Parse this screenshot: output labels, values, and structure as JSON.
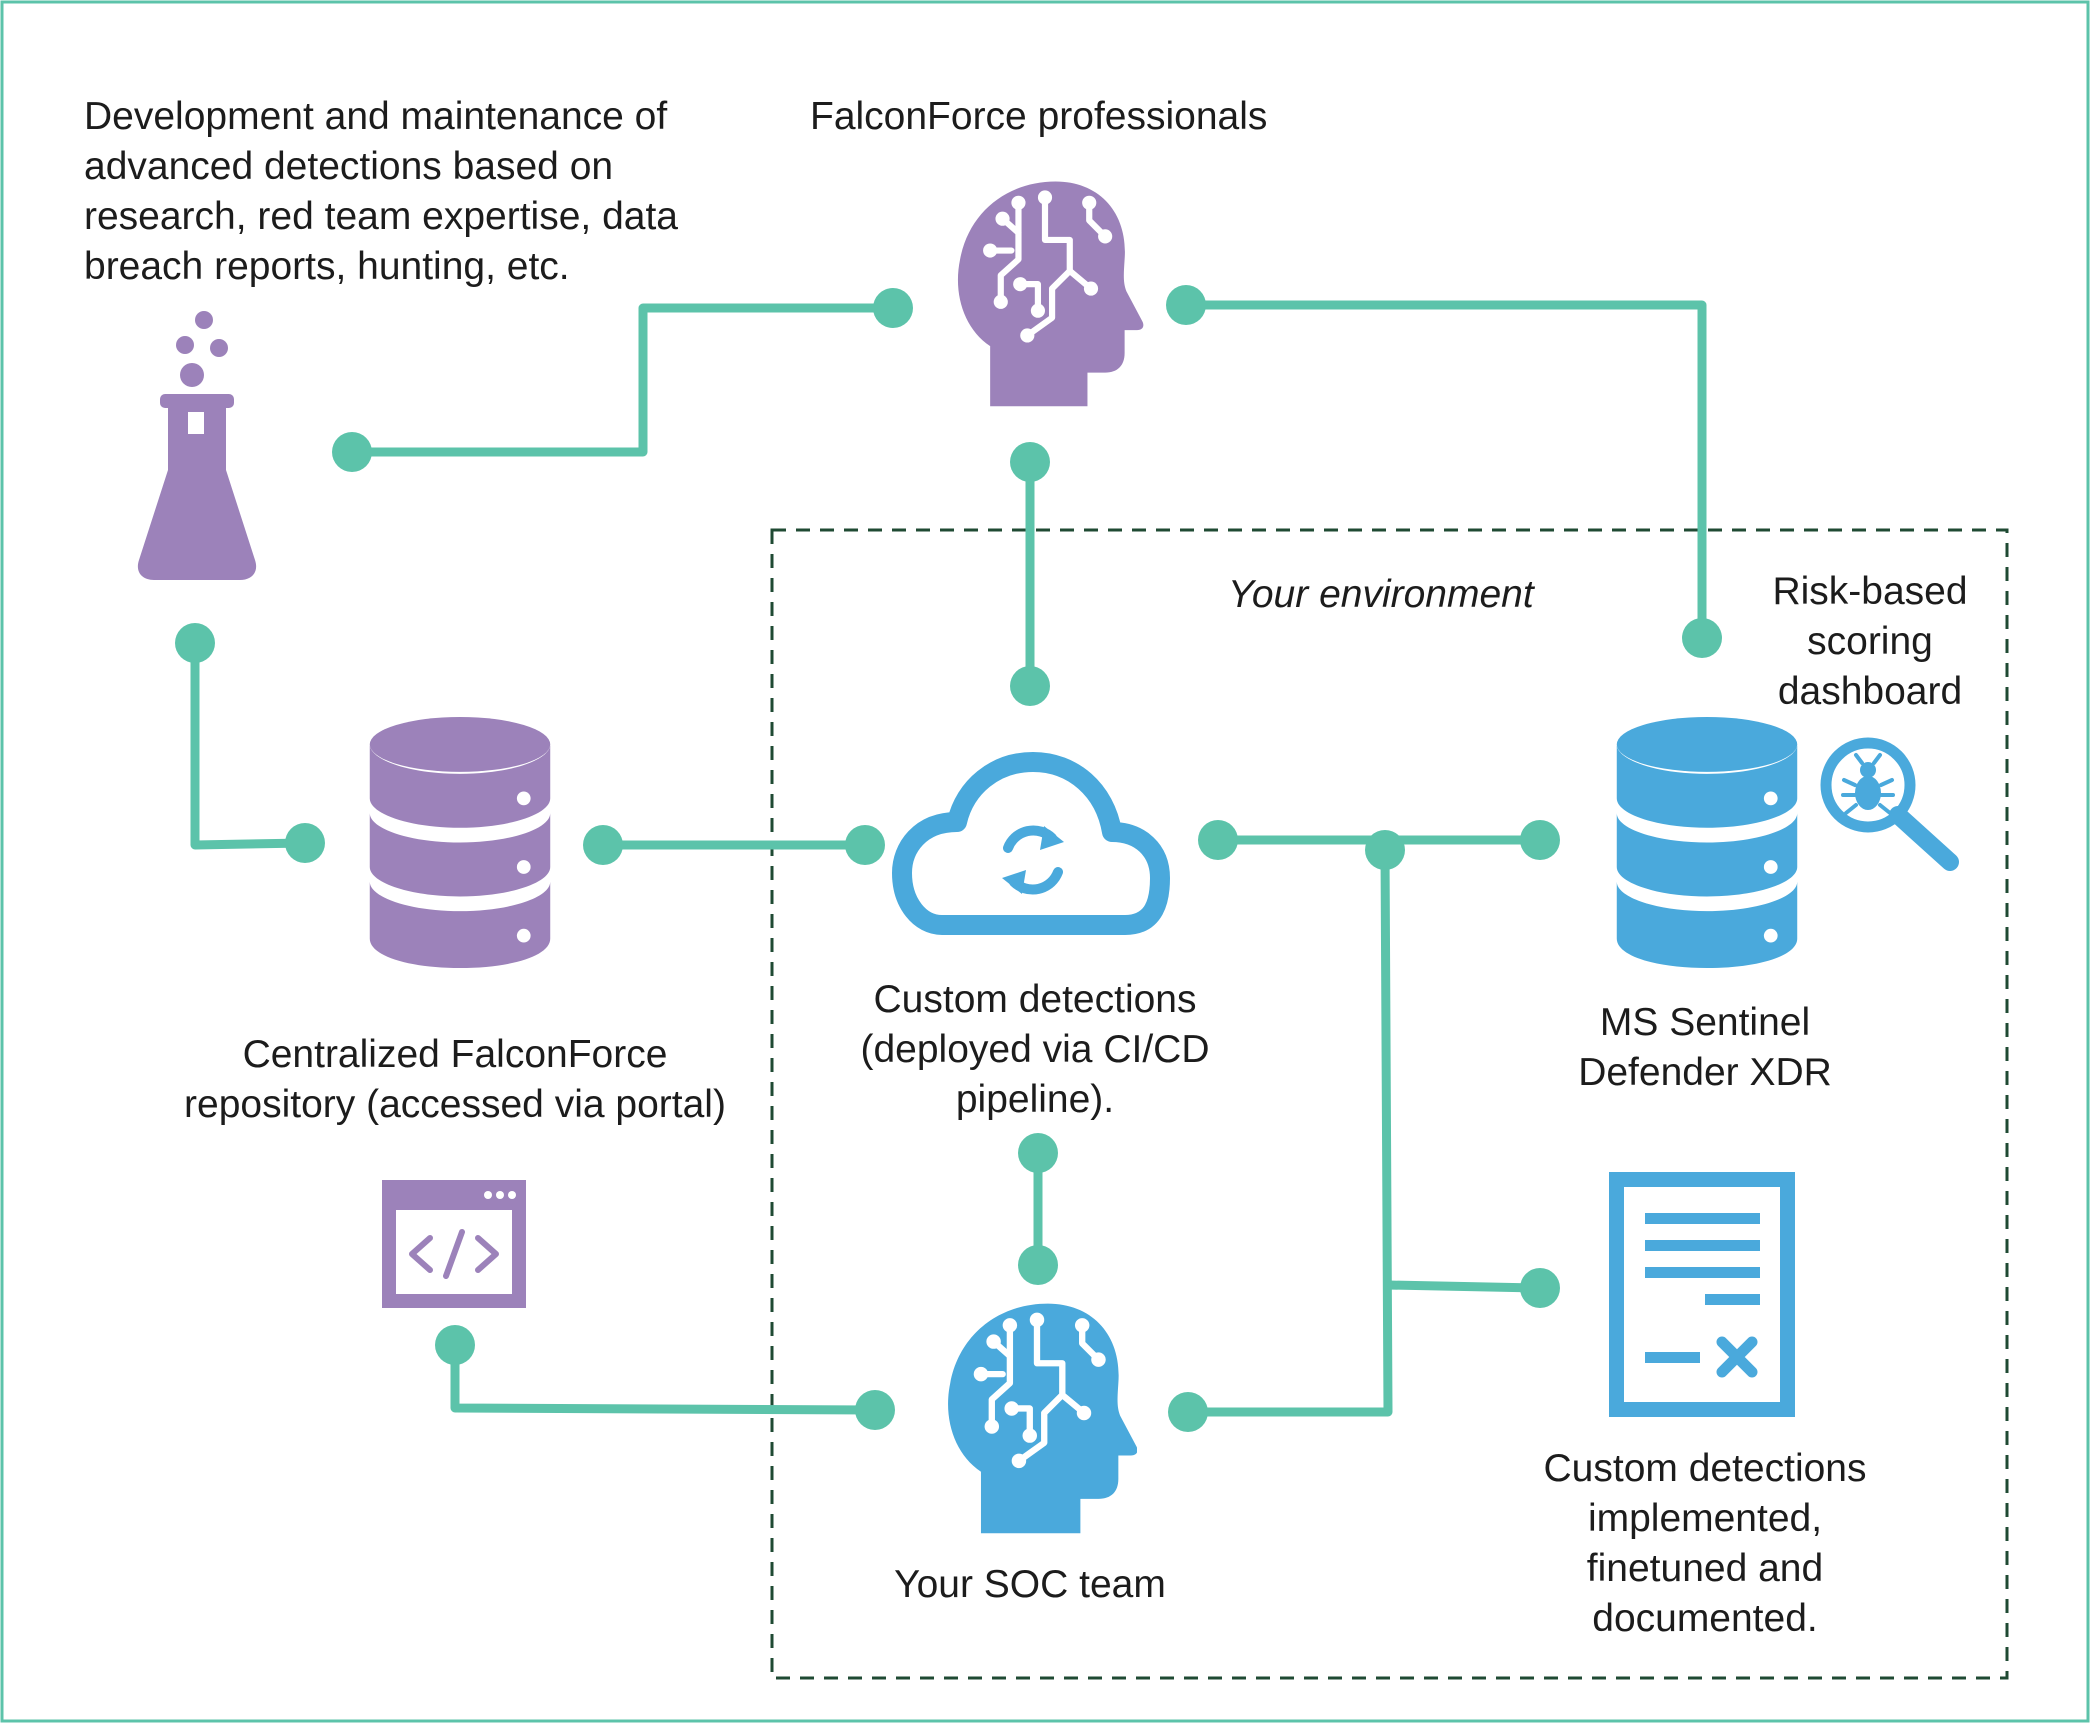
{
  "colors": {
    "frame": "#5cc3aa",
    "connector": "#5cc3aa",
    "purple": "#9c82ba",
    "blue": "#4aa9dc",
    "dashed_boundary": "#1f4a33",
    "text": "#1c1c1c"
  },
  "labels": {
    "research": [
      "Development and maintenance of",
      "advanced detections based on",
      "research, red team expertise, data",
      "breach reports, hunting, etc."
    ],
    "falconforce": [
      "FalconForce professionals"
    ],
    "environment": [
      "Your environment"
    ],
    "risk": [
      "Risk-based",
      "scoring",
      "dashboard"
    ],
    "repository": [
      "Centralized FalconForce",
      "repository (accessed via portal)"
    ],
    "custom_cicd": [
      "Custom detections",
      "(deployed via CI/CD",
      "pipeline)."
    ],
    "sentinel": [
      "MS Sentinel",
      "Defender XDR"
    ],
    "soc": [
      "Your SOC team"
    ],
    "implemented": [
      "Custom detections",
      "implemented,",
      "finetuned and",
      "documented."
    ]
  },
  "icons": {
    "flask": "flask-icon",
    "falconforce_head": "ai-head-icon",
    "repository_db": "database-icon",
    "code_window": "code-window-icon",
    "cloud_sync": "cloud-sync-icon",
    "soc_head": "ai-head-icon",
    "sentinel_db": "database-icon",
    "bug_search": "bug-magnifier-icon",
    "document": "document-icon"
  }
}
